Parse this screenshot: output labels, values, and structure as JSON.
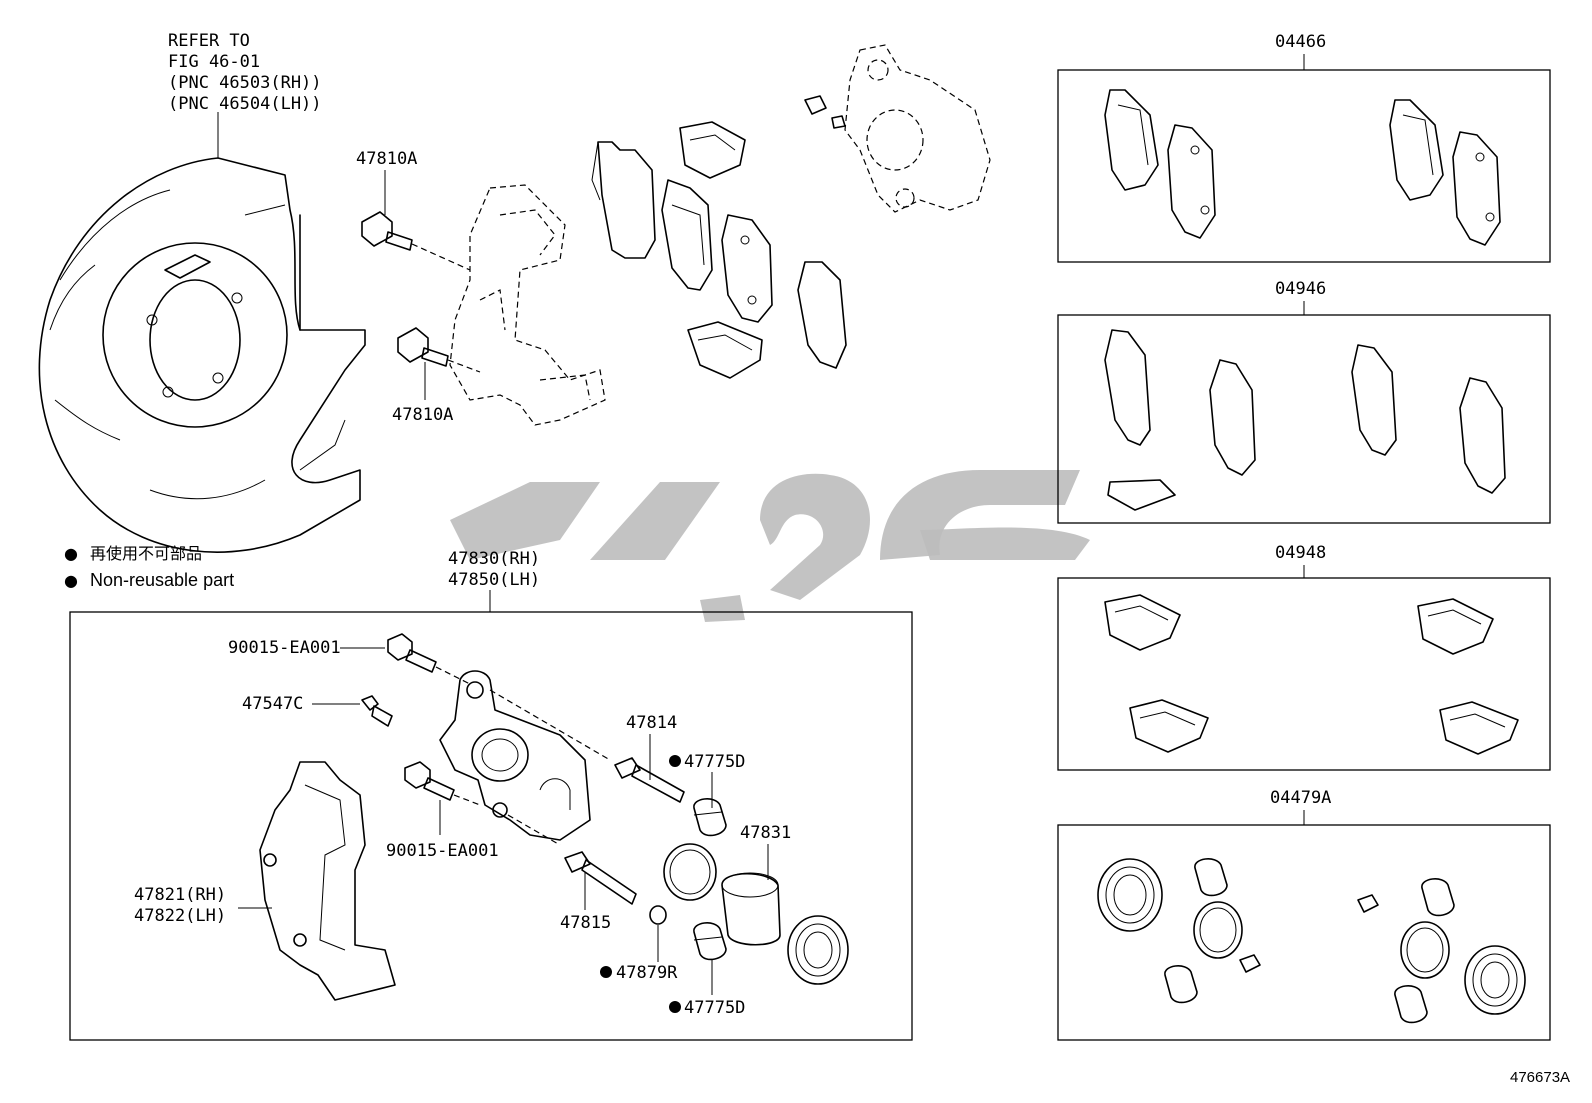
{
  "refer_note": [
    "REFER TO",
    "FIG 46-01",
    "(PNC 46503(RH))",
    "(PNC 46504(LH))"
  ],
  "legend": {
    "bullet": "●",
    "line1": "再使用不可部品",
    "line2": "Non-reusable part"
  },
  "labels": {
    "bolt_top": "47810A",
    "bolt_bottom": "47810A",
    "caliper_rh": "47830(RH)",
    "caliper_lh": "47850(LH)",
    "bolt_upper": "90015-EA001",
    "bleeder": "47547C",
    "bolt_lower": "90015-EA001",
    "pin_upper": "47814",
    "boot_upper": "47775D",
    "piston": "47831",
    "pin_lower": "47815",
    "bushing": "47879R",
    "boot_lower": "47775D",
    "mounting_rh": "47821(RH)",
    "mounting_lh": "47822(LH)"
  },
  "kits": {
    "pads": "04466",
    "shims": "04946",
    "clips": "04948",
    "seal_kit": "04479A"
  },
  "figure_id": "476673A",
  "colors": {
    "line": "#000000",
    "watermark": "#bdbdbd",
    "background": "#ffffff"
  }
}
